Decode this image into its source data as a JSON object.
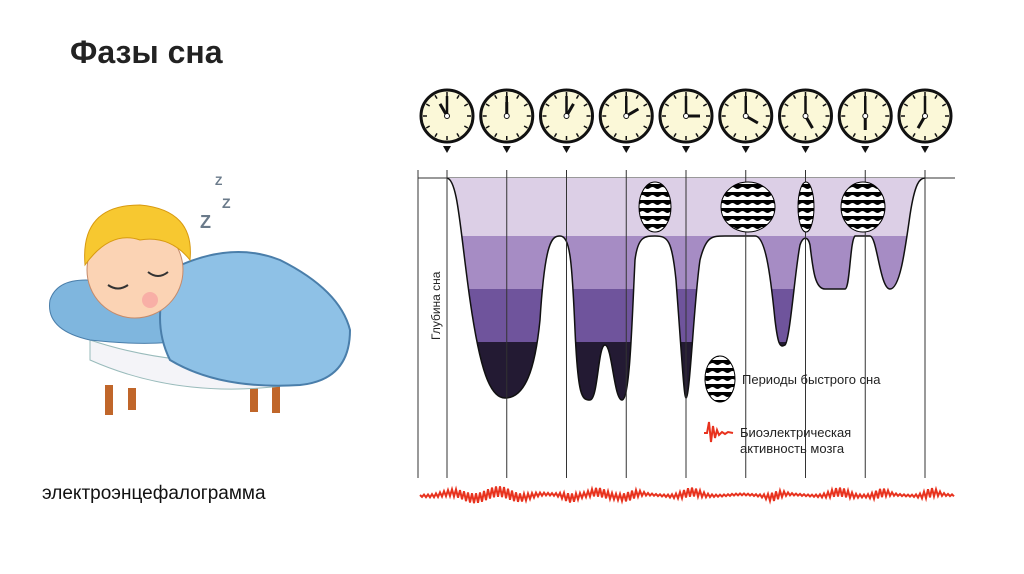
{
  "slide": {
    "title": "Фазы сна",
    "eeg_caption": "электроэнцефалограмма"
  },
  "diagram": {
    "y_axis_label": "Глубина сна",
    "clock_hours": [
      11,
      12,
      1,
      2,
      3,
      4,
      5,
      6,
      7
    ],
    "legend": {
      "rem_label": "Периоды быстрого сна",
      "eeg_label_line1": "Биоэлектрическая",
      "eeg_label_line2": "активность мозга"
    },
    "colors": {
      "stage1": "#dccfe6",
      "stage2": "#a68cc4",
      "stage3": "#6f549c",
      "stage4": "#231a33",
      "eeg": "#e8321e"
    }
  }
}
